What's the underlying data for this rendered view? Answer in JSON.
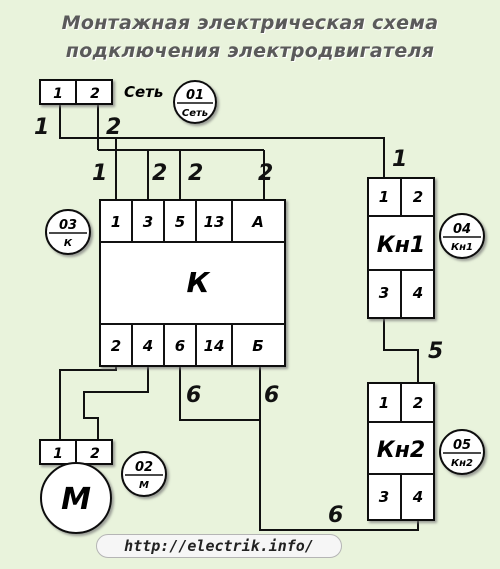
{
  "title": {
    "line1": "Монтажная электрическая схема",
    "line2": "подключения электродвигателя"
  },
  "network": {
    "label": "Сеть",
    "terminals": [
      "1",
      "2"
    ],
    "badge_top": "01",
    "badge_bottom": "Сеть"
  },
  "contactor": {
    "name": "К",
    "top_terminals": [
      "1",
      "3",
      "5",
      "13",
      "А"
    ],
    "bottom_terminals": [
      "2",
      "4",
      "6",
      "14",
      "Б"
    ],
    "badge_top": "03",
    "badge_bottom": "К"
  },
  "button1": {
    "name": "Кн1",
    "top_terminals": [
      "1",
      "2"
    ],
    "bottom_terminals": [
      "3",
      "4"
    ],
    "badge_top": "04",
    "badge_bottom": "Кн1"
  },
  "button2": {
    "name": "Кн2",
    "top_terminals": [
      "1",
      "2"
    ],
    "bottom_terminals": [
      "3",
      "4"
    ],
    "badge_top": "05",
    "badge_bottom": "Кн2"
  },
  "motor": {
    "name": "М",
    "terminals": [
      "1",
      "2"
    ],
    "badge_top": "02",
    "badge_bottom": "М"
  },
  "wire_labels": {
    "net_1": "1",
    "net_2": "2",
    "k1": "1",
    "k3": "2",
    "k5": "2",
    "kA": "2",
    "kn1_top": "1",
    "link_5": "5",
    "k6": "6",
    "kB": "6",
    "bottom_6": "6"
  },
  "url": "http://electrik.info/"
}
